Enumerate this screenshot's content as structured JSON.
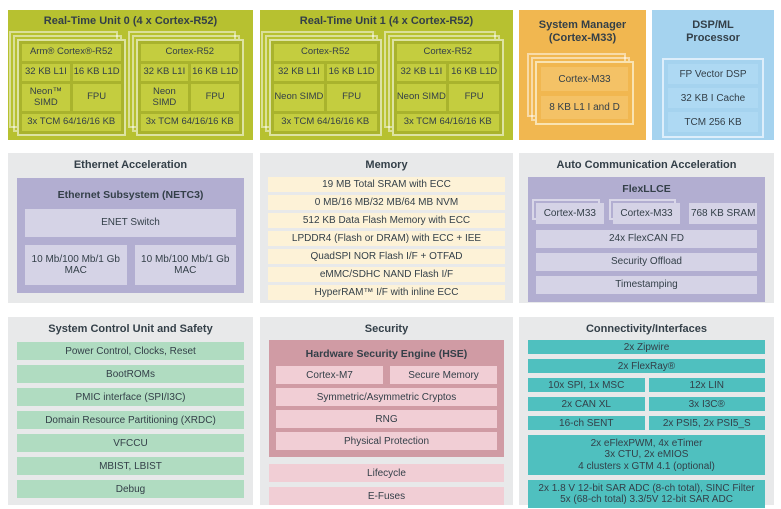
{
  "colors": {
    "green": "#b7c130",
    "green_cell": "#c4cd3f",
    "orange": "#f1b750",
    "blue": "#a5d3ef",
    "purple": "#b2aed1",
    "purple_cell": "#d5d3e6",
    "cream": "#fdf2d7",
    "mint": "#b0dcc1",
    "rose": "#d09ba4",
    "pink": "#f1ced5",
    "teal": "#4fc0bf",
    "panel_gray": "#e8e9ea",
    "text": "#333f48"
  },
  "rtu0": {
    "title": "Real-Time Unit 0 (4 x Cortex-R52)",
    "cores": [
      {
        "name": "Arm® Cortex®-R52",
        "l1i": "32 KB L1I",
        "l1d": "16 KB L1D",
        "simd": "Neon™ SIMD",
        "fpu": "FPU",
        "tcm": "3x TCM 64/16/16 KB"
      },
      {
        "name": "Cortex-R52",
        "l1i": "32 KB L1I",
        "l1d": "16 KB L1D",
        "simd": "Neon SIMD",
        "fpu": "FPU",
        "tcm": "3x TCM 64/16/16 KB"
      }
    ]
  },
  "rtu1": {
    "title": "Real-Time Unit 1 (4 x Cortex-R52)",
    "cores": [
      {
        "name": "Cortex-R52",
        "l1i": "32 KB L1I",
        "l1d": "16 KB L1D",
        "simd": "Neon SIMD",
        "fpu": "FPU",
        "tcm": "3x TCM 64/16/16 KB"
      },
      {
        "name": "Cortex-R52",
        "l1i": "32 KB L1I",
        "l1d": "16 KB L1D",
        "simd": "Neon SIMD",
        "fpu": "FPU",
        "tcm": "3x TCM 64/16/16 KB"
      }
    ]
  },
  "system_manager": {
    "title_line1": "System Manager",
    "title_line2": "(Cortex-M33)",
    "rows": [
      "Cortex-M33",
      "8 KB L1 I and D"
    ]
  },
  "dsp": {
    "title_line1": "DSP/ML",
    "title_line2": "Processor",
    "rows": [
      "FP Vector DSP",
      "32 KB I Cache",
      "TCM 256 KB"
    ]
  },
  "ethernet": {
    "title": "Ethernet Acceleration",
    "subsystem_title": "Ethernet Subsystem (NETC3)",
    "switch": "ENET Switch",
    "macs": [
      "10 Mb/100 Mb/1 Gb MAC",
      "10 Mb/100 Mb/1 Gb MAC"
    ]
  },
  "memory": {
    "title": "Memory",
    "rows": [
      "19 MB Total SRAM with ECC",
      "0 MB/16 MB/32 MB/64 MB NVM",
      "512 KB Data Flash Memory with ECC",
      "LPDDR4 (Flash or DRAM) with ECC + IEE",
      "QuadSPI NOR Flash I/F + OTFAD",
      "eMMC/SDHC NAND Flash I/F",
      "HyperRAM™ I/F with inline ECC"
    ]
  },
  "auto_comm": {
    "title": "Auto Communication Acceleration",
    "flexllce_title": "FlexLLCE",
    "cells": [
      "Cortex-M33",
      "Cortex-M33",
      "768 KB SRAM"
    ],
    "rows": [
      "24x FlexCAN FD",
      "Security Offload",
      "Timestamping"
    ]
  },
  "scu": {
    "title": "System Control Unit and Safety",
    "rows": [
      "Power Control, Clocks, Reset",
      "BootROMs",
      "PMIC interface (SPI/I3C)",
      "Domain Resource Partitioning (XRDC)",
      "VFCCU",
      "MBIST, LBIST",
      "Debug"
    ]
  },
  "security": {
    "title": "Security",
    "hse_title": "Hardware Security Engine (HSE)",
    "hse_top": [
      "Cortex-M7",
      "Secure Memory"
    ],
    "hse_rows": [
      "Symmetric/Asymmetric Cryptos",
      "RNG",
      "Physical Protection"
    ],
    "rows": [
      "Lifecycle",
      "E-Fuses"
    ]
  },
  "connectivity": {
    "title": "Connectivity/Interfaces",
    "wide_rows": [
      "2x Zipwire",
      "2x FlexRay®"
    ],
    "pair_rows": [
      [
        "10x SPI, 1x MSC",
        "12x LIN"
      ],
      [
        "2x CAN XL",
        "3x I3C®"
      ],
      [
        "16-ch SENT",
        "2x PSI5, 2x PSI5_S"
      ]
    ],
    "timer_lines": [
      "2x eFlexPWM, 4x eTimer",
      "3x CTU, 2x eMIOS",
      "4 clusters x GTM 4.1 (optional)"
    ],
    "adc_lines": [
      "2x 1.8 V 12-bit SAR ADC (8-ch total), SINC Filter",
      "5x (68-ch total) 3.3/5V 12-bit SAR ADC"
    ]
  }
}
